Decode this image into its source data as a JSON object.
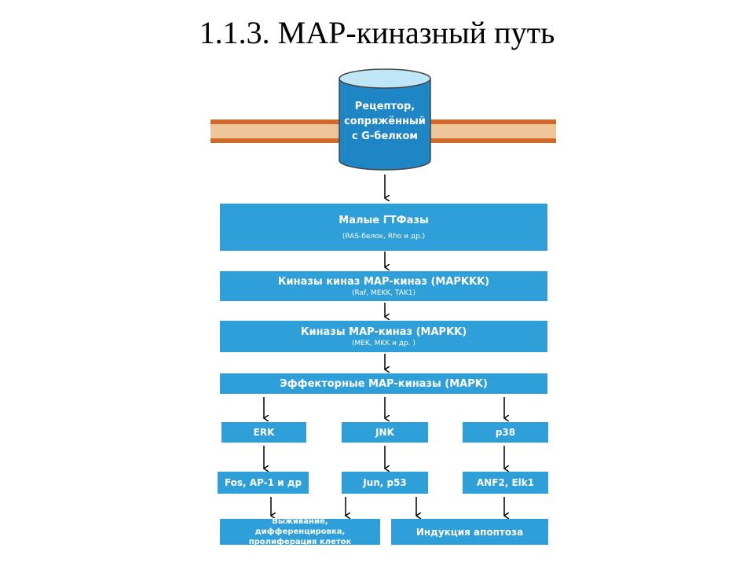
{
  "title": "1.1.3. MAP-киназный путь",
  "receptor": {
    "line1": "Рецептор,",
    "line2": "сопряжённый",
    "line3": "с G-белком"
  },
  "gtpases": {
    "label": "Малые ГТФазы",
    "sub": "(RAS-белок, Rho и др.)"
  },
  "mapkkk": {
    "label": "Киназы киназ MAP-киназ (MAPKKK)",
    "sub": "(Raf, MEKK, TAK1)"
  },
  "mapkk": {
    "label": "Киназы MAP-киназ (MAPKK)",
    "sub": "(MEK, MKK и др. )"
  },
  "mapk": {
    "label": "Эффекторные MAP-киназы (MAPK)"
  },
  "kinases": [
    "ERK",
    "JNK",
    "p38"
  ],
  "factors": [
    "Fos, AP-1 и др",
    "Jun, p53",
    "ANF2, Elk1"
  ],
  "outcomes": {
    "survival": "Выживание, дифференцировка, пролиферация клеток",
    "apoptosis": "Индукция апоптоза"
  },
  "colors": {
    "box": "#2e9fd8",
    "membrane": "#d06a2a",
    "membrane_fill": "#efc59a",
    "cylinder_top": "#bfe6f7"
  }
}
